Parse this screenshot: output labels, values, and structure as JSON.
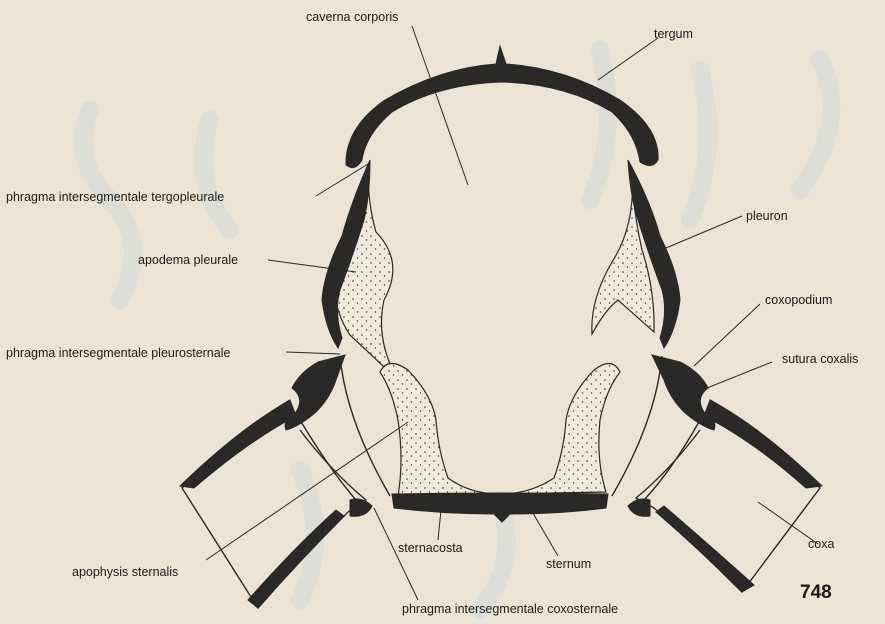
{
  "labels": {
    "caverna_corporis": "caverna corporis",
    "tergum": "tergum",
    "phragma_tergopleurale": "phragma intersegmentale tergopleurale",
    "pleuron": "pleuron",
    "apodema_pleurale": "apodema pleurale",
    "coxopodium": "coxopodium",
    "phragma_pleurosternale": "phragma intersegmentale pleurosternale",
    "sutura_coxalis": "sutura coxalis",
    "apophysis_sternalis": "apophysis sternalis",
    "sternacosta": "sternacosta",
    "sternum": "sternum",
    "coxa": "coxa",
    "phragma_coxosternale": "phragma intersegmentale coxosternale"
  },
  "figure_number": "748",
  "colors": {
    "paper": "#ebe3d3",
    "ink": "#2b2927",
    "stipple": "#efe9dc",
    "bleed_through": "#cfd8da"
  }
}
